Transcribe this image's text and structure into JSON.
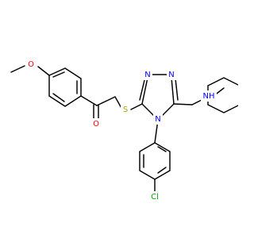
{
  "molecule": {
    "atom_labels": {
      "O_methoxy": "O",
      "O_carbonyl": "O",
      "S": "S",
      "N_top_left": "N",
      "N_top_right": "N",
      "N_ring_bottom": "N",
      "NH": "NH",
      "Cl": "Cl"
    },
    "colors": {
      "bond": "#000000",
      "oxygen": "#ff0000",
      "sulfur": "#b3a100",
      "nitrogen": "#0000ff",
      "chlorine": "#00aa00"
    }
  }
}
